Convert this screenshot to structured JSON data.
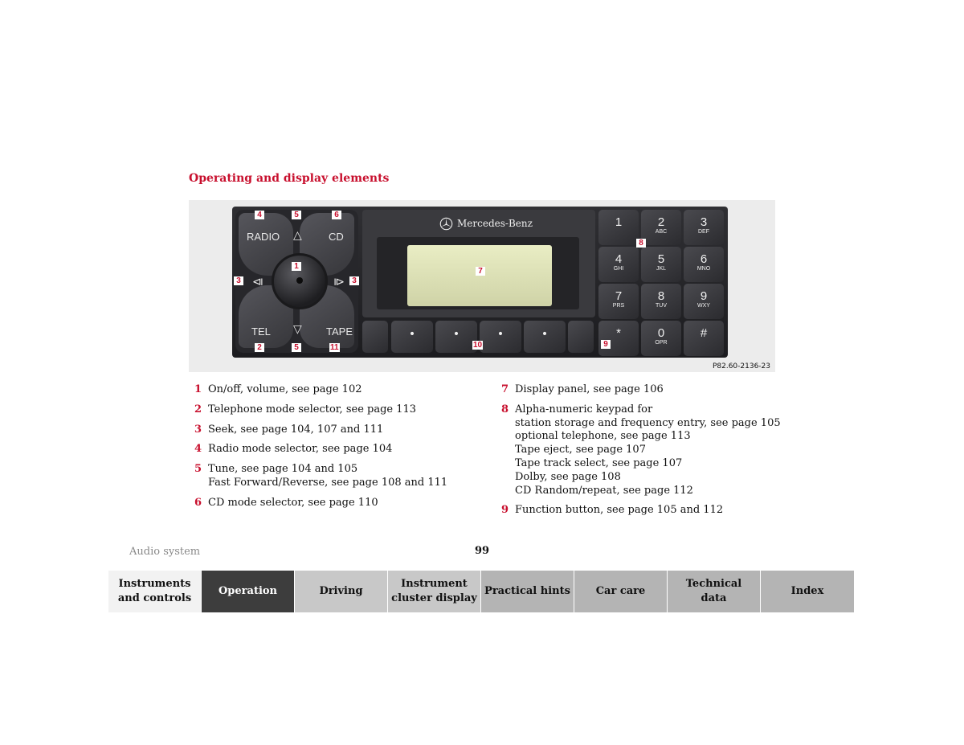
{
  "section_title": "Operating and display elements",
  "figure": {
    "id": "P82.60-2136-23",
    "brand": "Mercedes-Benz",
    "buttons": {
      "radio": "RADIO",
      "cd": "CD",
      "tel": "TEL",
      "tape": "TAPE",
      "up": "△",
      "down": "▽",
      "seek_back": "⧏",
      "seek_forward": "⧐"
    },
    "keypad": [
      {
        "num": "1",
        "sub": ""
      },
      {
        "num": "2",
        "sub": "ABC"
      },
      {
        "num": "3",
        "sub": "DEF"
      },
      {
        "num": "4",
        "sub": "GHI"
      },
      {
        "num": "5",
        "sub": "JKL"
      },
      {
        "num": "6",
        "sub": "MNO"
      },
      {
        "num": "7",
        "sub": "PRS"
      },
      {
        "num": "8",
        "sub": "TUV"
      },
      {
        "num": "9",
        "sub": "WXY"
      },
      {
        "num": "*",
        "sub": ""
      },
      {
        "num": "0",
        "sub": "OPR"
      },
      {
        "num": "#",
        "sub": ""
      }
    ],
    "soft_dot": "•",
    "callouts": {
      "c4": "4",
      "c5_top": "5",
      "c6": "6",
      "c1": "1",
      "c3_left": "3",
      "c3_right": "3",
      "c2": "2",
      "c5_bottom": "5",
      "c11": "11",
      "c7": "7",
      "c8": "8",
      "c9": "9",
      "c10": "10"
    }
  },
  "legend_left": [
    {
      "n": "1",
      "lines": [
        "On/off, volume, see page 102"
      ]
    },
    {
      "n": "2",
      "lines": [
        "Telephone mode selector, see page 113"
      ]
    },
    {
      "n": "3",
      "lines": [
        "Seek, see page 104, 107 and 111"
      ]
    },
    {
      "n": "4",
      "lines": [
        "Radio mode selector, see page 104"
      ]
    },
    {
      "n": "5",
      "lines": [
        "Tune, see page 104 and 105",
        "Fast Forward/Reverse, see page 108 and 111"
      ]
    },
    {
      "n": "6",
      "lines": [
        "CD mode selector, see page 110"
      ]
    }
  ],
  "legend_right": [
    {
      "n": "7",
      "lines": [
        "Display panel, see page 106"
      ]
    },
    {
      "n": "8",
      "lines": [
        "Alpha-numeric keypad for",
        "station storage and frequency entry, see page 105",
        "optional telephone, see page 113",
        "Tape eject, see page 107",
        "Tape track select, see page 107",
        "Dolby, see page 108",
        "CD Random/repeat, see page 112"
      ]
    },
    {
      "n": "9",
      "lines": [
        "Function button, see page 105 and 112"
      ]
    }
  ],
  "footer": {
    "section": "Audio system",
    "page_number": "99"
  },
  "tabs": [
    {
      "label1": "Instruments",
      "label2": "and controls"
    },
    {
      "label1": "Operation",
      "label2": ""
    },
    {
      "label1": "Driving",
      "label2": ""
    },
    {
      "label1": "Instrument",
      "label2": "cluster display"
    },
    {
      "label1": "Practical hints",
      "label2": ""
    },
    {
      "label1": "Car care",
      "label2": ""
    },
    {
      "label1": "Technical",
      "label2": "data"
    },
    {
      "label1": "Index",
      "label2": ""
    }
  ]
}
